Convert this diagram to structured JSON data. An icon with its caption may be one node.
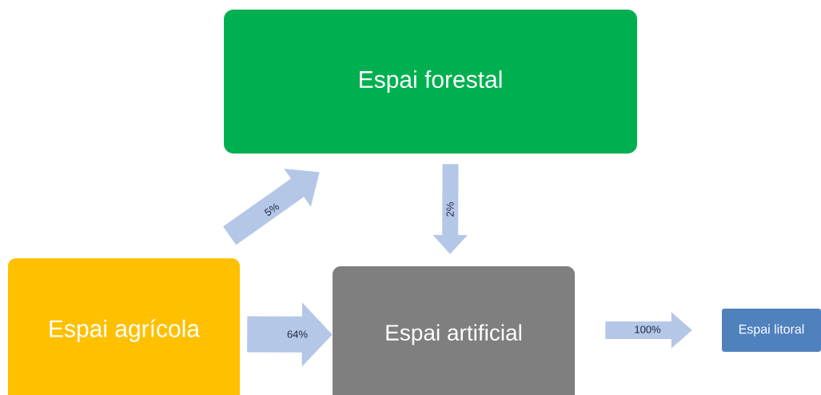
{
  "diagram": {
    "nodes": [
      {
        "text": [
          "Espai forestal"
        ]
      },
      {
        "text": [
          "Espai agrícola"
        ]
      },
      {
        "text": [
          "Espai artificial"
        ]
      },
      {
        "text": [
          "Espai litoral"
        ]
      }
    ],
    "edges": [
      {
        "from": 1,
        "to": 0,
        "arrow": "to",
        "label": "5%"
      },
      {
        "from": 0,
        "to": 2,
        "arrow": "to",
        "label": "2%"
      },
      {
        "from": 1,
        "to": 2,
        "arrow": "to",
        "label": "64%",
        "style": "thick"
      },
      {
        "from": 2,
        "to": 3,
        "arrow": "to",
        "label": "100%"
      }
    ]
  }
}
